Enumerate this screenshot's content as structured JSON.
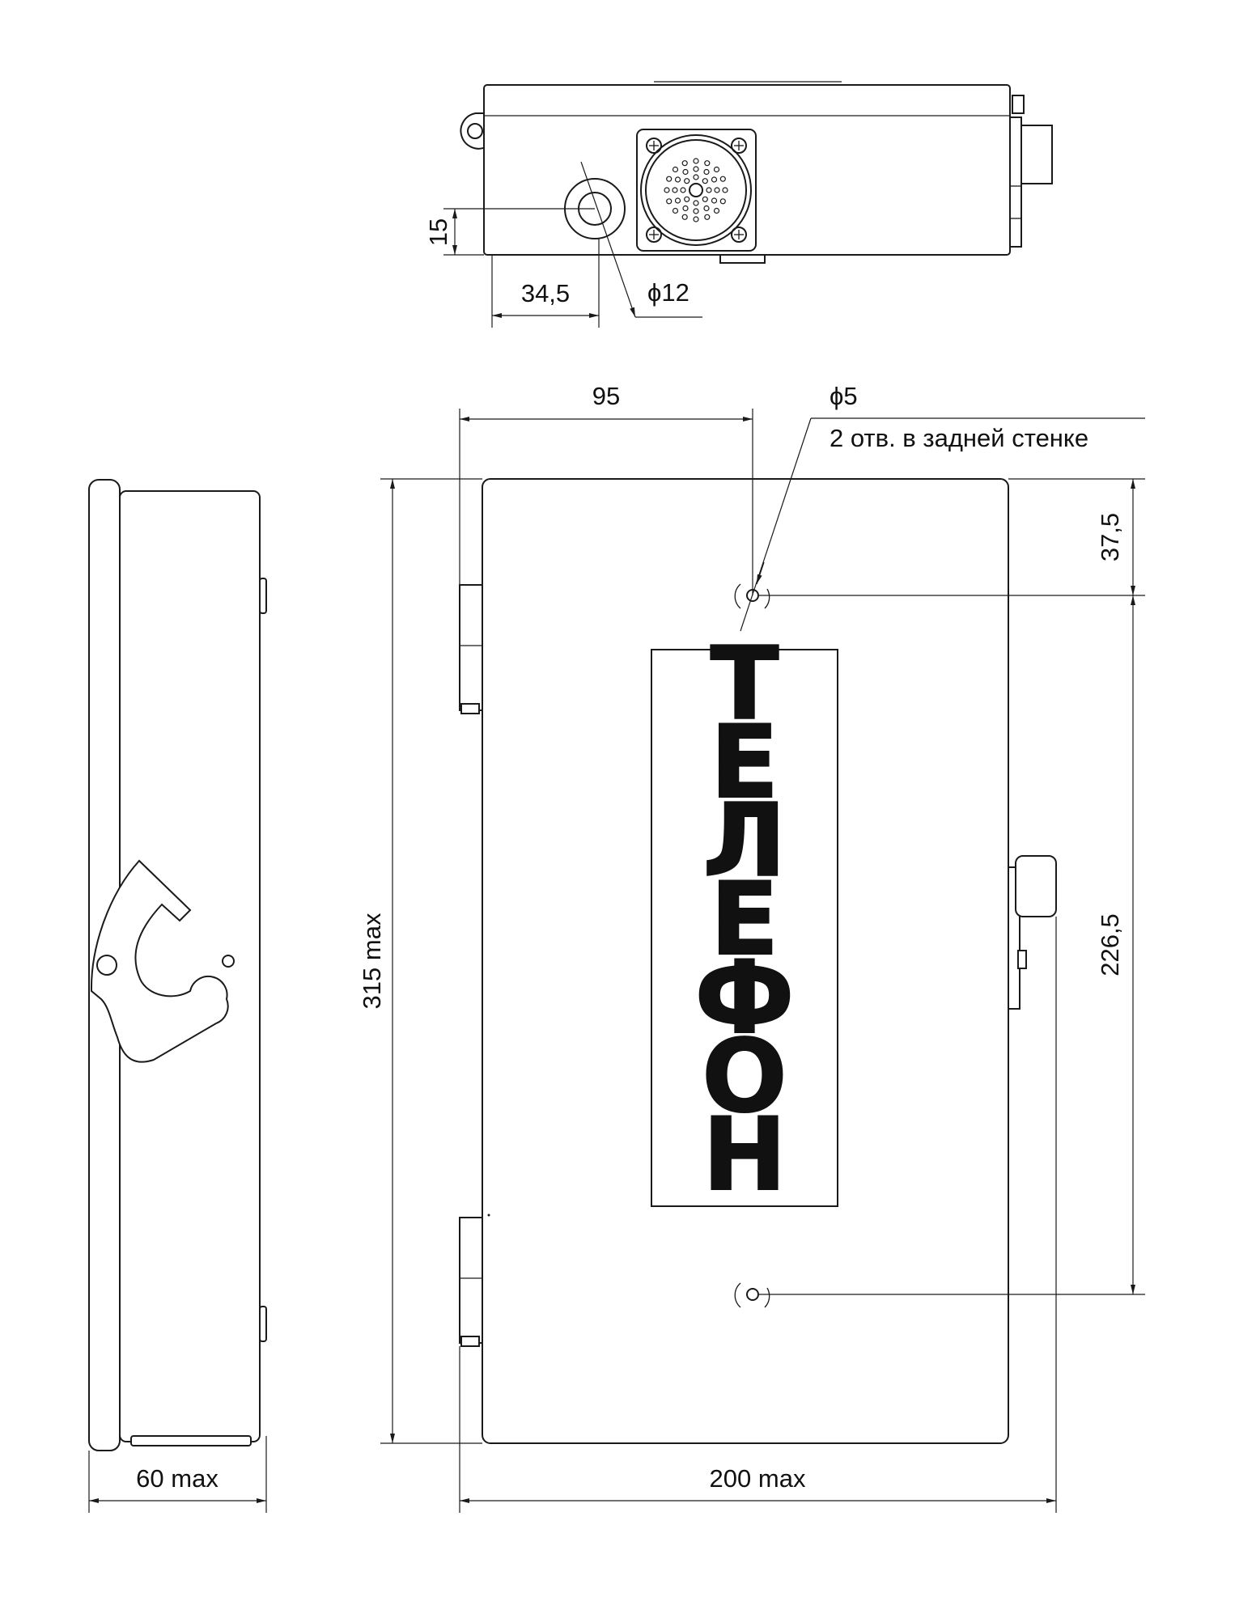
{
  "sign": {
    "letters": [
      "Т",
      "Е",
      "Л",
      "Е",
      "Ф",
      "О",
      "Н"
    ]
  },
  "dimensions": {
    "top_offset_vertical": "15",
    "top_offset_horizontal": "34,5",
    "top_hole_diameter": "ϕ12",
    "hole_to_left_edge": "95",
    "hole_diameter": "ϕ5",
    "hole_note": "2 отв. в задней стенке",
    "top_to_hole": "37,5",
    "hole_spacing": "226,5",
    "height": "315 max",
    "depth": "60 max",
    "width": "200 max"
  }
}
